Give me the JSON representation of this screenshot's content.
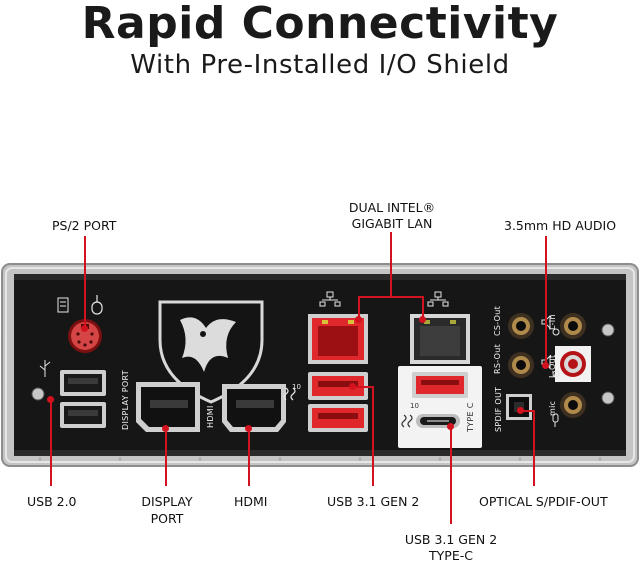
{
  "title": "Rapid Connectivity",
  "subtitle": "With Pre-Installed I/O Shield",
  "callouts": {
    "ps2": "PS/2 PORT",
    "lan_line1": "DUAL INTEL®",
    "lan_line2": "GIGABIT LAN",
    "audio": "3.5mm HD AUDIO",
    "usb20": "USB 2.0",
    "display_line1": "DISPLAY",
    "display_line2": "PORT",
    "hdmi": "HDMI",
    "usb31": "USB 3.1 GEN 2",
    "optical": "OPTICAL S/PDIF-OUT",
    "typec_line1": "USB 3.1 GEN 2",
    "typec_line2": "TYPE-C"
  },
  "panel_labels": {
    "display_port": "DISPLAY PORT",
    "hdmi": "HDMI",
    "type_c": "TYPE C",
    "spdif_out": "SPDIF OUT",
    "cs_out": "CS-Out",
    "rs_out": "RS-Out",
    "l_in": "L-In",
    "l_out": "L-Out",
    "mic": "mic",
    "ss10_a": "10",
    "ss10_b": "10"
  },
  "colors": {
    "accent": "#d3121f",
    "panel": "#161616",
    "shield": "#b9b9b9",
    "usb_red": "#e0272b",
    "usb_black": "#1a1a1a"
  },
  "icons": [
    "usb-icon",
    "mouse-icon",
    "network-icon",
    "msi-shield-logo",
    "audio-in-icon",
    "audio-out-icon",
    "mic-icon"
  ]
}
